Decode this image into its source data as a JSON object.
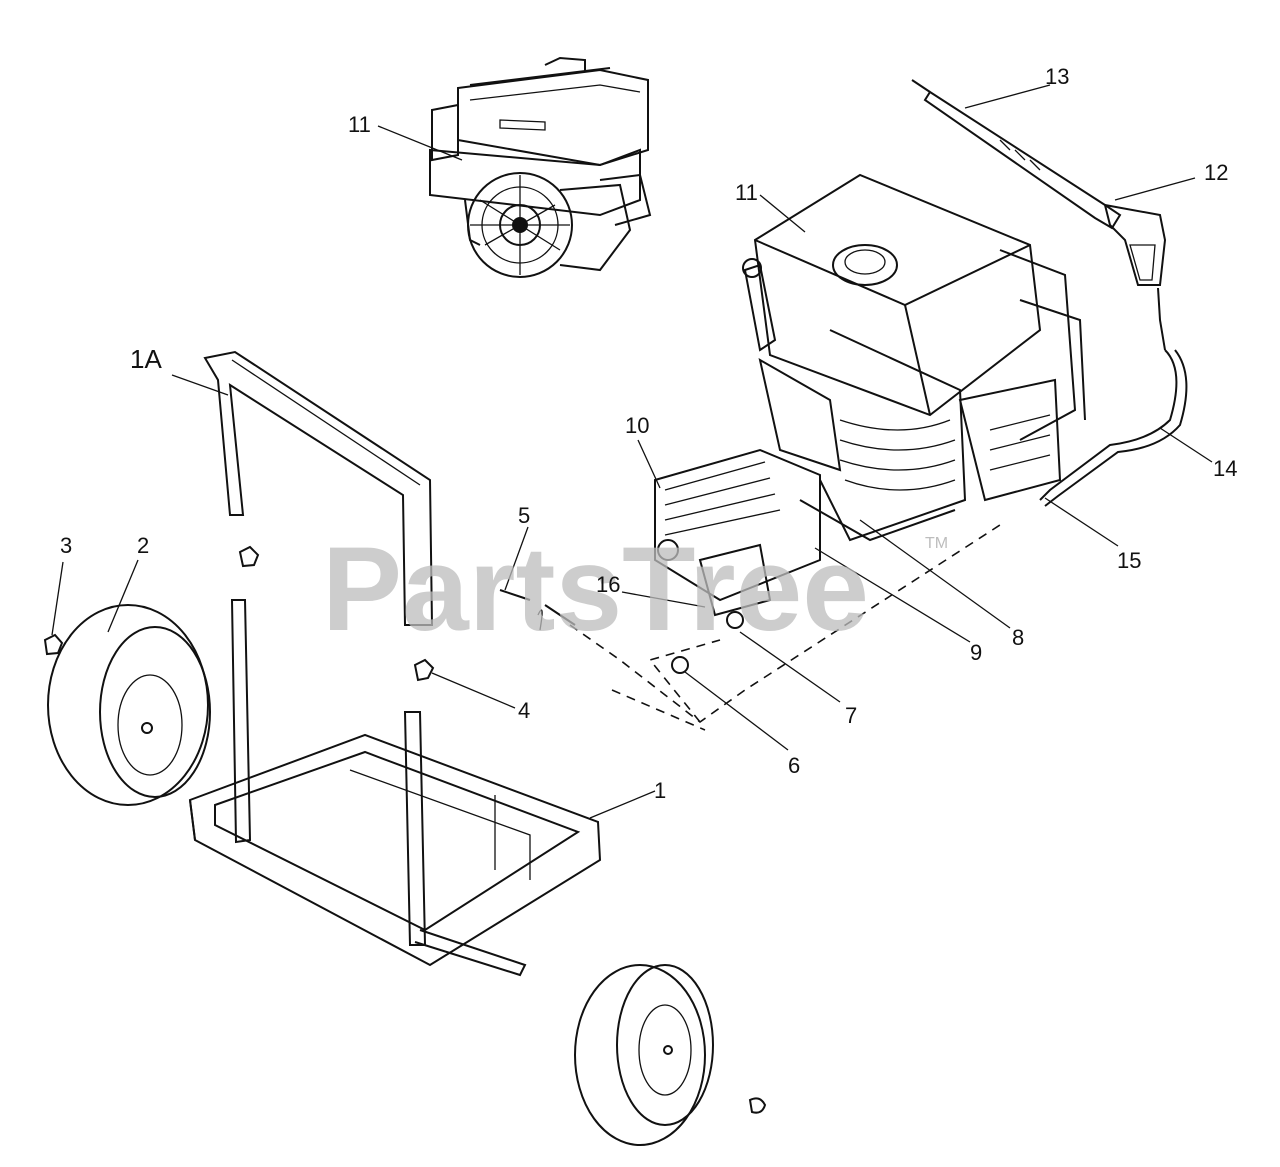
{
  "watermark": {
    "text": "PartsTree",
    "trademark": "TM"
  },
  "callouts": [
    {
      "id": "11-top",
      "label": "11"
    },
    {
      "id": "13",
      "label": "13"
    },
    {
      "id": "12",
      "label": "12"
    },
    {
      "id": "11-engine",
      "label": "11"
    },
    {
      "id": "1A",
      "label": "1A"
    },
    {
      "id": "10",
      "label": "10"
    },
    {
      "id": "14",
      "label": "14"
    },
    {
      "id": "3",
      "label": "3"
    },
    {
      "id": "2",
      "label": "2"
    },
    {
      "id": "5",
      "label": "5"
    },
    {
      "id": "15",
      "label": "15"
    },
    {
      "id": "16",
      "label": "16"
    },
    {
      "id": "8",
      "label": "8"
    },
    {
      "id": "9",
      "label": "9"
    },
    {
      "id": "4",
      "label": "4"
    },
    {
      "id": "7",
      "label": "7"
    },
    {
      "id": "6",
      "label": "6"
    },
    {
      "id": "1",
      "label": "1"
    }
  ]
}
